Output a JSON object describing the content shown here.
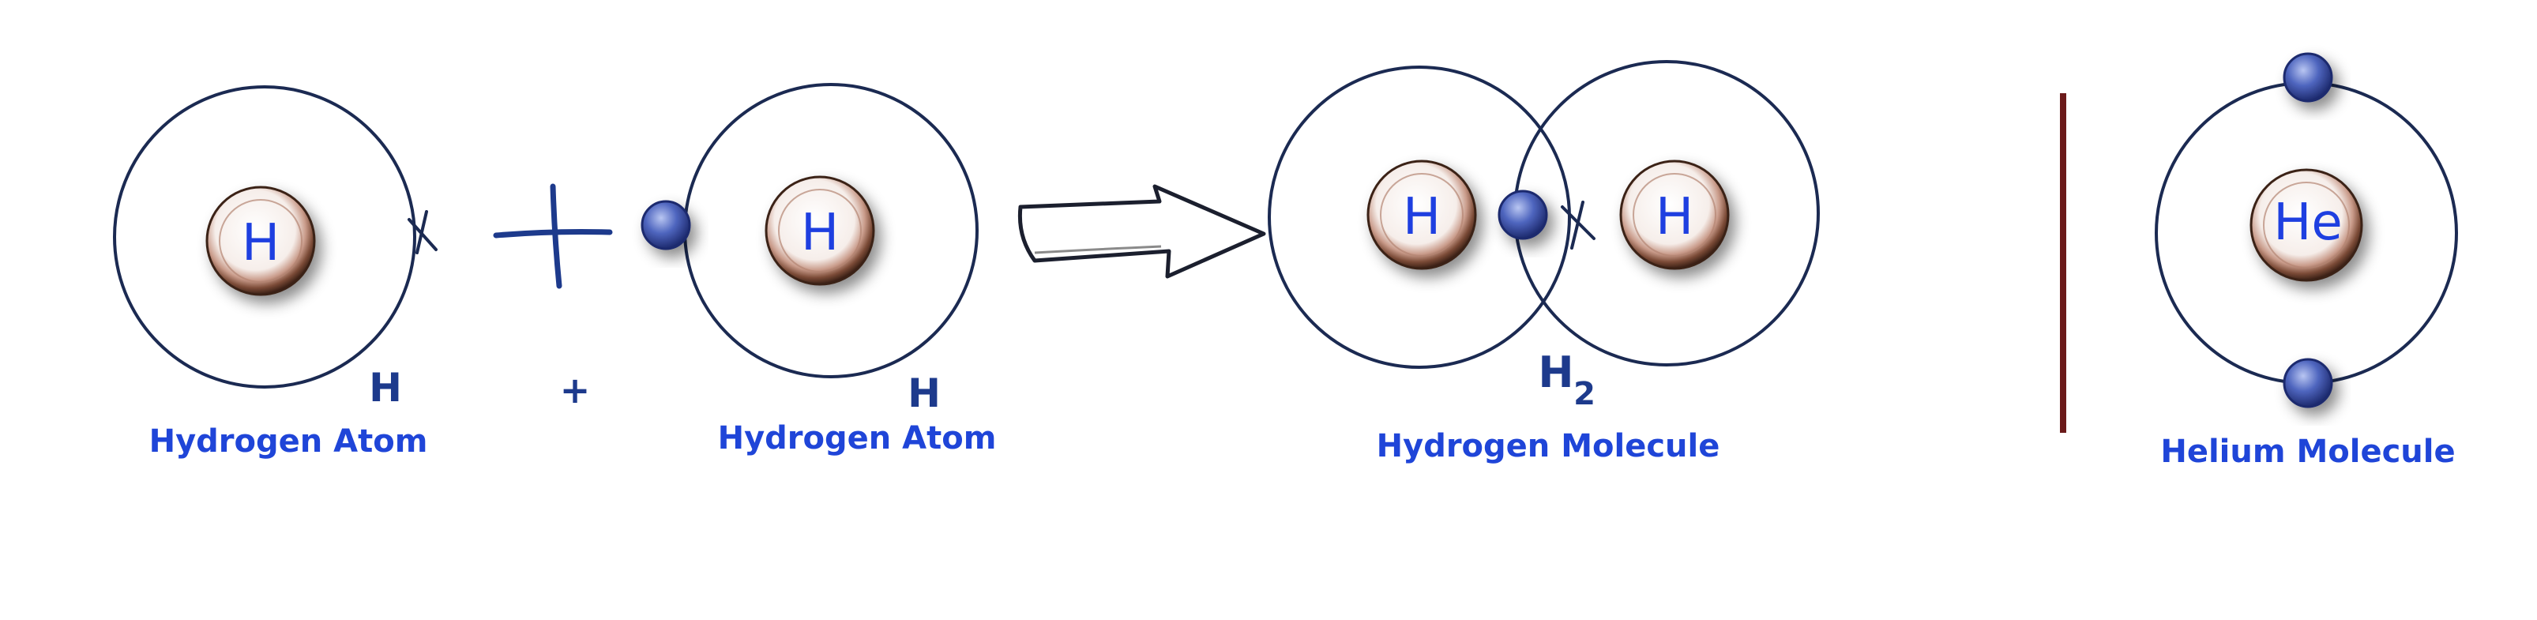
{
  "atoms": {
    "hydrogen_left": {
      "symbol": "H",
      "hand_label": "H",
      "caption": "Hydrogen Atom"
    },
    "hydrogen_right": {
      "symbol": "H",
      "hand_label": "H",
      "caption": "Hydrogen Atom"
    }
  },
  "plus_sign": "+",
  "molecule": {
    "symbol_left": "H",
    "symbol_right": "H",
    "formula_base": "H",
    "formula_subscript": "2",
    "caption": "Hydrogen Molecule"
  },
  "helium": {
    "symbol": "He",
    "caption": "Helium Molecule"
  },
  "colors": {
    "orbit": "#1b2a52",
    "label_blue": "#1f45d8",
    "hand_blue": "#1d3a8c",
    "electron": "#3f56b0",
    "divider": "#6b1a1a",
    "nucleus_ring": "#8a5a44"
  }
}
